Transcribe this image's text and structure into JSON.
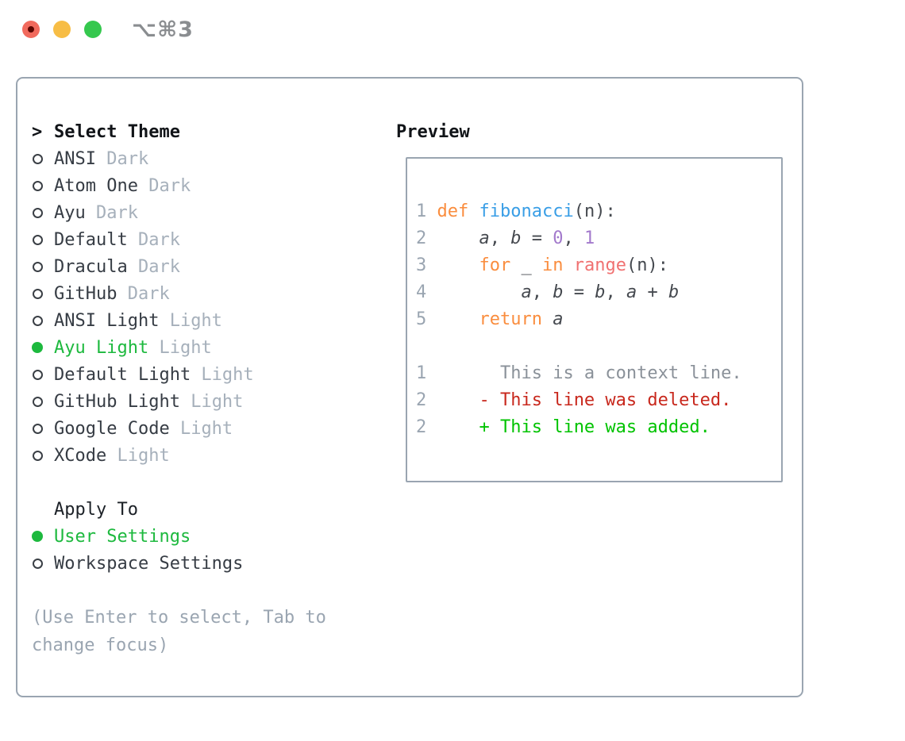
{
  "window": {
    "shortcut": "⌥⌘3",
    "traffic_lights": [
      "close",
      "minimize",
      "zoom"
    ]
  },
  "colors": {
    "panel_border": "#9aa5b1",
    "selected_green": "#1db93e",
    "variant_gray": "#a6b0bb",
    "hint_gray": "#9aa5b1",
    "keyword_orange": "#fa8d3e",
    "function_blue": "#399ee6",
    "call_pink": "#f07171",
    "number_purple": "#a37acc",
    "context_gray": "#8a9199",
    "deleted_red": "#c8281d",
    "added_green": "#00c300",
    "traffic_red": "#f16a5d",
    "traffic_yellow": "#f7bd45",
    "traffic_green": "#35c84e"
  },
  "theme_panel": {
    "header": {
      "prefix": ">",
      "label": "Select Theme"
    },
    "themes": [
      {
        "name": "ANSI",
        "variant": "Dark",
        "selected": false
      },
      {
        "name": "Atom One",
        "variant": "Dark",
        "selected": false
      },
      {
        "name": "Ayu",
        "variant": "Dark",
        "selected": false
      },
      {
        "name": "Default",
        "variant": "Dark",
        "selected": false
      },
      {
        "name": "Dracula",
        "variant": "Dark",
        "selected": false
      },
      {
        "name": "GitHub",
        "variant": "Dark",
        "selected": false
      },
      {
        "name": "ANSI Light",
        "variant": "Light",
        "selected": false
      },
      {
        "name": "Ayu Light",
        "variant": "Light",
        "selected": true
      },
      {
        "name": "Default Light",
        "variant": "Light",
        "selected": false
      },
      {
        "name": "GitHub Light",
        "variant": "Light",
        "selected": false
      },
      {
        "name": "Google Code",
        "variant": "Light",
        "selected": false
      },
      {
        "name": "XCode",
        "variant": "Light",
        "selected": false
      }
    ],
    "apply_to": {
      "label": "Apply To",
      "options": [
        {
          "label": "User Settings",
          "selected": true
        },
        {
          "label": "Workspace Settings",
          "selected": false
        }
      ]
    },
    "hint": "(Use Enter to select, Tab to change focus)"
  },
  "preview": {
    "label": "Preview",
    "lines": [
      [
        [
          "ln",
          "1 "
        ],
        [
          "kw",
          "def"
        ],
        [
          "p",
          " "
        ],
        [
          "fn",
          "fibonacci"
        ],
        [
          "p",
          "(n):"
        ]
      ],
      [
        [
          "ln",
          "2 "
        ],
        [
          "p",
          "    "
        ],
        [
          "v",
          "a"
        ],
        [
          "p",
          ", "
        ],
        [
          "v",
          "b"
        ],
        [
          "p",
          " = "
        ],
        [
          "num",
          "0"
        ],
        [
          "p",
          ", "
        ],
        [
          "num",
          "1"
        ]
      ],
      [
        [
          "ln",
          "3 "
        ],
        [
          "p",
          "    "
        ],
        [
          "kw",
          "for"
        ],
        [
          "p",
          " _ "
        ],
        [
          "kw",
          "in"
        ],
        [
          "p",
          " "
        ],
        [
          "call",
          "range"
        ],
        [
          "p",
          "(n):"
        ]
      ],
      [
        [
          "ln",
          "4 "
        ],
        [
          "p",
          "        "
        ],
        [
          "v",
          "a"
        ],
        [
          "p",
          ", "
        ],
        [
          "v",
          "b"
        ],
        [
          "p",
          " = "
        ],
        [
          "v",
          "b"
        ],
        [
          "p",
          ", "
        ],
        [
          "v",
          "a"
        ],
        [
          "p",
          " + "
        ],
        [
          "v",
          "b"
        ]
      ],
      [
        [
          "ln",
          "5 "
        ],
        [
          "p",
          "    "
        ],
        [
          "kw",
          "return"
        ],
        [
          "p",
          " "
        ],
        [
          "v",
          "a"
        ]
      ],
      [],
      [
        [
          "ln",
          "1 "
        ],
        [
          "ctx",
          "      This is a context line."
        ]
      ],
      [
        [
          "ln",
          "2 "
        ],
        [
          "p",
          "    "
        ],
        [
          "del",
          "- This line was deleted."
        ]
      ],
      [
        [
          "ln",
          "2 "
        ],
        [
          "p",
          "    "
        ],
        [
          "add",
          "+ This line was added."
        ]
      ]
    ]
  }
}
